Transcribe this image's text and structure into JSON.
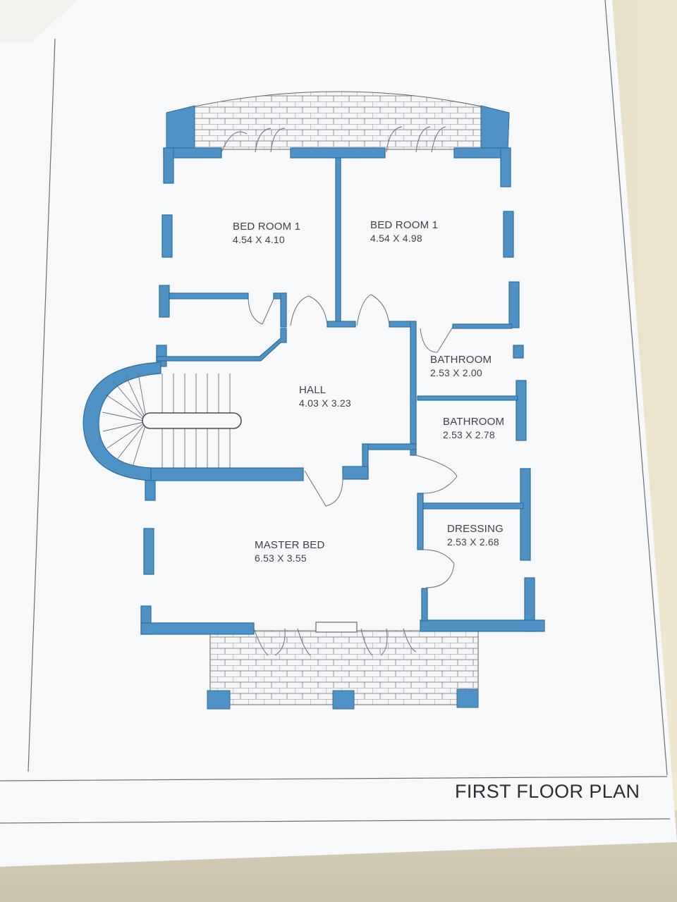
{
  "plan": {
    "title": "FIRST FLOOR PLAN",
    "colors": {
      "wall": "#4f92c6",
      "wall_edge": "#2f6e9f",
      "paper": "#f7f8fa",
      "line": "#555a60"
    },
    "rooms": [
      {
        "id": "bedroom-1",
        "name": "BED ROOM 1",
        "size": "4.54 X 4.10"
      },
      {
        "id": "bedroom-2",
        "name": "BED ROOM 1",
        "size": "4.54 X 4.98"
      },
      {
        "id": "bathroom-1",
        "name": "BATHROOM",
        "size": "2.53 X 2.00"
      },
      {
        "id": "hall",
        "name": "HALL",
        "size": "4.03 X 3.23"
      },
      {
        "id": "bathroom-2",
        "name": "BATHROOM",
        "size": "2.53 X 2.78"
      },
      {
        "id": "dressing",
        "name": "DRESSING",
        "size": "2.53 X 2.68"
      },
      {
        "id": "master-bed",
        "name": "MASTER BED",
        "size": "6.53 X 3.55"
      }
    ]
  }
}
